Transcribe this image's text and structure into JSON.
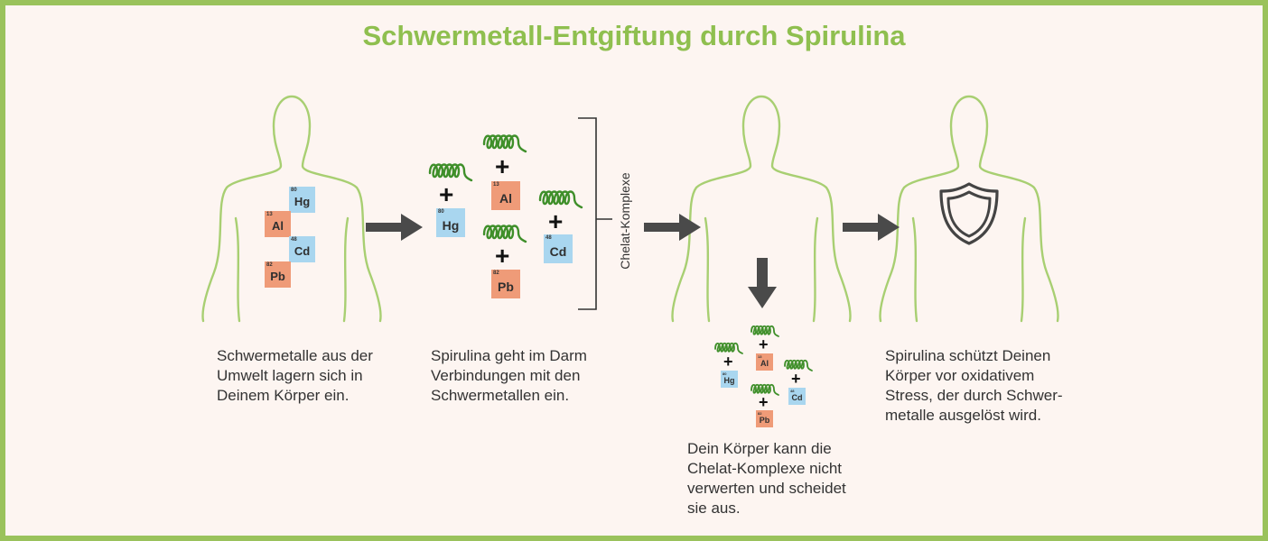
{
  "title": "Schwermetall-Entgiftung durch Spirulina",
  "chelate_label": "Chelat-Komplexe",
  "captions": {
    "step1": [
      "Schwermetalle aus der",
      "Umwelt lagern sich in",
      "Deinem Körper ein."
    ],
    "step2": [
      "Spirulina geht im Darm",
      "Verbindungen mit den",
      "Schwermetallen ein."
    ],
    "step3": [
      "Dein Körper kann die",
      "Chelat-Komplexe nicht",
      "verwerten und scheidet",
      "sie aus."
    ],
    "step4": [
      "Spirulina schützt Deinen",
      "Körper vor oxidativem",
      "Stress, der durch Schwer-",
      "metalle ausgelöst wird."
    ]
  },
  "elements": {
    "hg": {
      "symbol": "Hg",
      "number": "80"
    },
    "al": {
      "symbol": "Al",
      "number": "13"
    },
    "cd": {
      "symbol": "Cd",
      "number": "48"
    },
    "pb": {
      "symbol": "Pb",
      "number": "82"
    }
  },
  "plus": "+",
  "colors": {
    "green": "#8fbf4f",
    "border": "#9ac25c",
    "metal_blue": "#a9d6ef",
    "metal_orange": "#ef9b78",
    "arrow": "#4a4a4a"
  }
}
